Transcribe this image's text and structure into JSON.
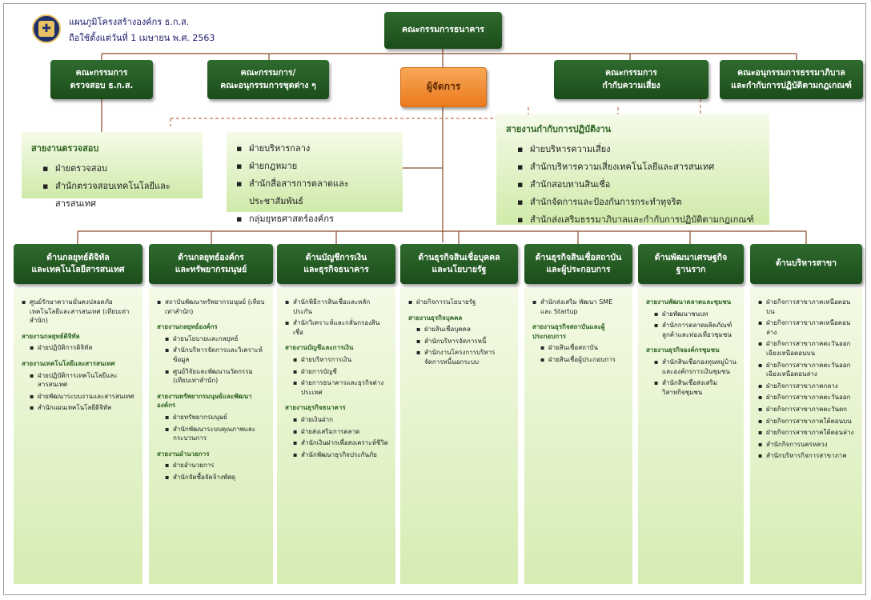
{
  "header": {
    "line1": "แผนภูมิโครงสร้างองค์กร ธ.ก.ส.",
    "line2": "ถือใช้ตั้งแต่วันที่ 1 เมษายน พ.ศ. 2563",
    "logo_icon": "baac-logo-icon"
  },
  "top": {
    "board": "คณะกรรมการธนาคาร",
    "audit_committee": [
      "คณะกรรมการ",
      "ตรวจสอบ ธ.ก.ส."
    ],
    "sub_committees": [
      "คณะกรรมการ/",
      "คณะอนุกรรมการชุดต่าง ๆ"
    ],
    "manager": "ผู้จัดการ",
    "risk_committee": [
      "คณะกรรมการ",
      "กำกับความเสี่ยง"
    ],
    "governance_committee": [
      "คณะอนุกรรมการธรรมาภิบาล",
      "และกำกับการปฏิบัติตามกฎเกณฑ์"
    ]
  },
  "panels": {
    "audit": {
      "title": "สายงานตรวจสอบ",
      "items": [
        "ฝ่ายตรวจสอบ",
        "สำนักตรวจสอบเทคโนโลยีและสารสนเทศ"
      ]
    },
    "central": {
      "items": [
        "ฝ่ายบริหารกลาง",
        "ฝ่ายกฎหมาย",
        "สำนักสื่อสารการตลาดและประชาสัมพันธ์",
        "กลุ่มยุทธศาสตร์องค์กร"
      ]
    },
    "compliance": {
      "title": "สายงานกำกับการปฏิบัติงาน",
      "items": [
        "ฝ่ายบริหารความเสี่ยง",
        "สำนักบริหารความเสี่ยงเทคโนโลยีและสารสนเทศ",
        "สำนักสอบทานสินเชื่อ",
        "สำนักจัดการและป้องกันการกระทำทุจริต",
        "สำนักส่งเสริมธรรมาภิบาลและกำกับการปฏิบัติตามกฎเกณฑ์"
      ]
    }
  },
  "columns": [
    {
      "title": [
        "ด้านกลยุทธ์ดิจิทัล",
        "และเทคโนโลยีสารสนเทศ"
      ],
      "blocks": [
        {
          "items": [
            "ศูนย์รักษาความมั่นคงปลอดภัยเทคโนโลยีและสารสนเทศ (เทียบเท่าสำนัก)"
          ]
        },
        {
          "title": "สายงานกลยุทธ์ดิจิทัล",
          "items": [
            "ฝ่ายปฏิบัติการดิจิทัล"
          ]
        },
        {
          "title": "สายงานเทคโนโลยีและสารสนเทศ",
          "items": [
            "ฝ่ายปฏิบัติการเทคโนโลยีและสารสนเทศ",
            "ฝ่ายพัฒนาระบบงานและสารสนเทศ",
            "สำนักแผนเทคโนโลยีดิจิทัล"
          ]
        }
      ]
    },
    {
      "title": [
        "ด้านกลยุทธ์องค์กร",
        "และทรัพยากรมนุษย์"
      ],
      "blocks": [
        {
          "items": [
            "สถาบันพัฒนาทรัพยากรมนุษย์ (เทียบเท่าสำนัก)"
          ]
        },
        {
          "title": "สายงานกลยุทธ์องค์กร",
          "items": [
            "ฝ่ายนโยบายและกลยุทธ์",
            "สำนักบริหารจัดการและวิเคราะห์ข้อมูล",
            "ศูนย์วิจัยและพัฒนานวัตกรรม (เทียบเท่าสำนัก)"
          ]
        },
        {
          "title": "สายงานทรัพยากรมนุษย์และพัฒนาองค์กร",
          "items": [
            "ฝ่ายทรัพยากรมนุษย์",
            "สำนักพัฒนาระบบคุณภาพและกระบวนการ"
          ]
        },
        {
          "title": "สายงานอำนวยการ",
          "items": [
            "ฝ่ายอำนวยการ",
            "สำนักจัดซื้อจัดจ้างพัสดุ"
          ]
        }
      ]
    },
    {
      "title": [
        "ด้านบัญชีการเงิน",
        "และธุรกิจธนาคาร"
      ],
      "blocks": [
        {
          "items": [
            "สำนักพิธีการสินเชื่อและหลักประกัน",
            "สำนักวิเคราะห์และกลั่นกรองสินเชื่อ"
          ]
        },
        {
          "title": "สายงานบัญชีและการเงิน",
          "items": [
            "ฝ่ายบริหารการเงิน",
            "ฝ่ายการบัญชี",
            "ฝ่ายการธนาคารและธุรกิจต่างประเทศ"
          ]
        },
        {
          "title": "สายงานธุรกิจธนาคาร",
          "items": [
            "ฝ่ายเงินฝาก",
            "ฝ่ายส่งเสริมการตลาด",
            "สำนักเงินฝากเพื่อสงเคราะห์ชีวิต",
            "สำนักพัฒนาธุรกิจประกันภัย"
          ]
        }
      ]
    },
    {
      "title": [
        "ด้านธุรกิจสินเชื่อบุคคล",
        "และนโยบายรัฐ"
      ],
      "blocks": [
        {
          "items": [
            "ฝ่ายกิจการนโยบายรัฐ"
          ]
        },
        {
          "title": "สายงานธุรกิจบุคคล",
          "items": [
            "ฝ่ายสินเชื่อบุคคล",
            "สำนักบริหารจัดการหนี้",
            "สำนักงานโครงการบริหารจัดการหนี้นอกระบบ"
          ]
        }
      ]
    },
    {
      "title": [
        "ด้านธุรกิจสินเชื่อสถาบัน",
        "และผู้ประกอบการ"
      ],
      "blocks": [
        {
          "items": [
            "สำนักส่งเสริม พัฒนา SME และ Startup"
          ]
        },
        {
          "title": "สายงานธุรกิจสถาบันและผู้ประกอบการ",
          "items": [
            "ฝ่ายสินเชื่อสถาบัน",
            "ฝ่ายสินเชื่อผู้ประกอบการ"
          ]
        }
      ]
    },
    {
      "title": [
        "ด้านพัฒนาเศรษฐกิจ",
        "ฐานราก"
      ],
      "blocks": [
        {
          "title": "สายงานพัฒนาตลาดและชุมชน",
          "items": [
            "ฝ่ายพัฒนาชนบท",
            "สำนักการตลาดผลิตภัณฑ์ลูกค้าและท่องเที่ยวชุมชน"
          ]
        },
        {
          "title": "สายงานธุรกิจองค์กรชุมชน",
          "items": [
            "สำนักสินเชื่อกองทุนหมู่บ้านและองค์กรการเงินชุมชน",
            "สำนักสินเชื่อส่งเสริมวิสาหกิจชุมชน"
          ]
        }
      ]
    },
    {
      "title": [
        "ด้านบริหารสาขา"
      ],
      "blocks": [
        {
          "items": [
            "ฝ่ายกิจการสาขาภาคเหนือตอนบน",
            "ฝ่ายกิจการสาขาภาคเหนือตอนล่าง",
            "ฝ่ายกิจการสาขาภาคตะวันออกเฉียงเหนือตอนบน",
            "ฝ่ายกิจการสาขาภาคตะวันออกเฉียงเหนือตอนล่าง",
            "ฝ่ายกิจการสาขาภาคกลาง",
            "ฝ่ายกิจการสาขาภาคตะวันออก",
            "ฝ่ายกิจการสาขาภาคตะวันตก",
            "ฝ่ายกิจการสาขาภาคใต้ตอนบน",
            "ฝ่ายกิจการสาขาภาคใต้ตอนล่าง",
            "สำนักกิจการนครหลวง",
            "สำนักบริหารกิจการสาขาภาค"
          ]
        }
      ]
    }
  ]
}
